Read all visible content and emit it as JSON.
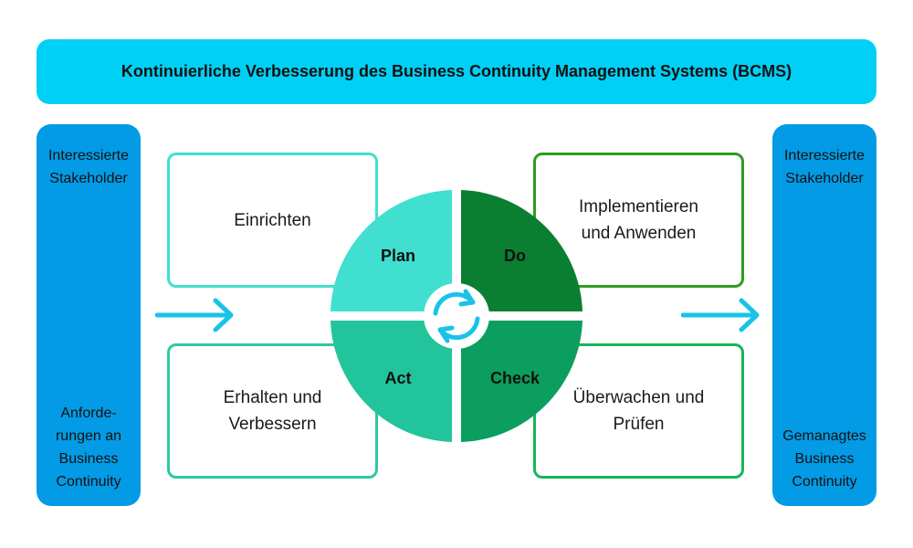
{
  "title": "Kontinuierliche Verbesserung des Business Continuity Management Systems (BCMS)",
  "left_column": {
    "top": "Interessierte\nStakeholder",
    "bottom": "Anforde-\nrungen an\nBusiness\nContinuity"
  },
  "right_column": {
    "top": "Interessierte\nStakeholder",
    "bottom": "Gemanagtes\nBusiness\nContinuity"
  },
  "boxes": {
    "top_left": "Einrichten",
    "bottom_left": "Erhalten und\nVerbessern",
    "top_right": "Implementieren\nund Anwenden",
    "bottom_right": "Überwachen und\nPrüfen"
  },
  "cycle": {
    "plan": "Plan",
    "do": "Do",
    "check": "Check",
    "act": "Act",
    "colors": {
      "plan": "#40dfd0",
      "do": "#0a7f32",
      "check": "#0b9e5e",
      "act": "#22c49c",
      "center_arrows": "#19c3e8"
    }
  },
  "colors": {
    "title_bar": "#00d0f5",
    "side_columns": "#039be5",
    "flow_arrows": "#19c3e8"
  }
}
